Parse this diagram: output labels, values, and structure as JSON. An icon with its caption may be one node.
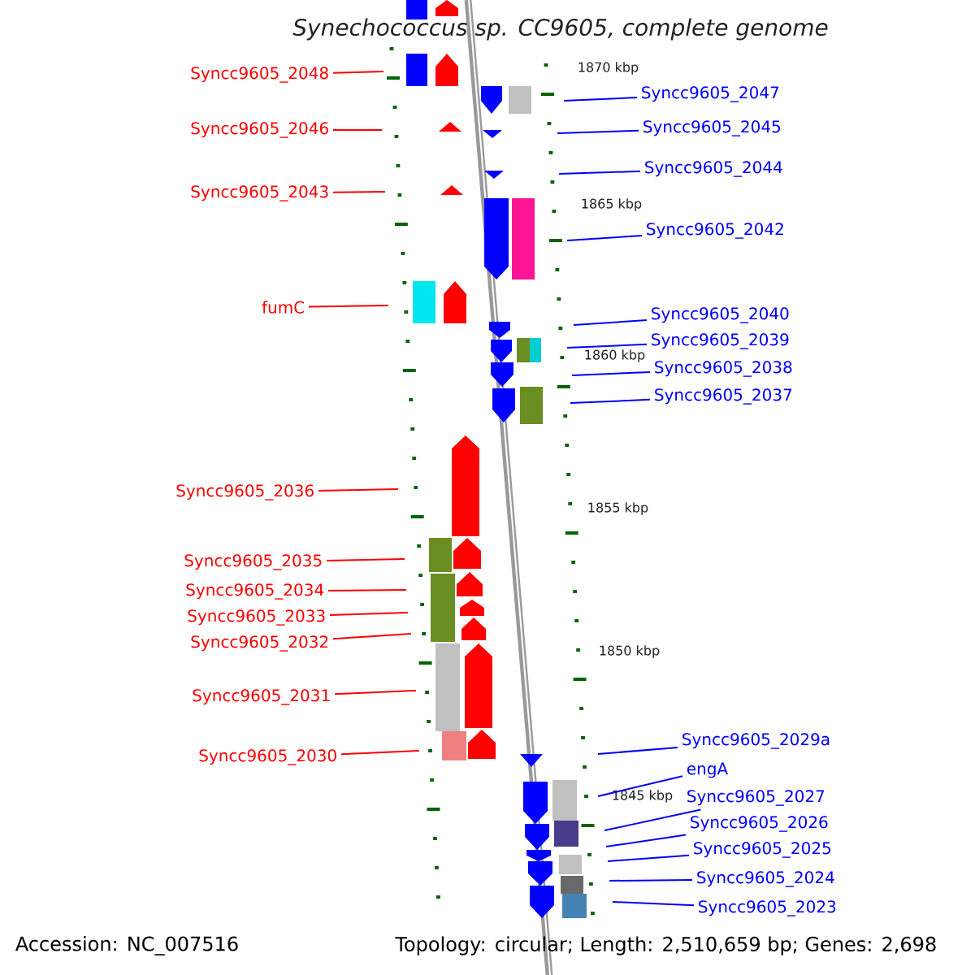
{
  "diagram": {
    "title": "Synechococcus sp. CC9605, complete genome",
    "nodes": [
      {
        "text": [
          "Syncc9605_2048"
        ]
      },
      {
        "text": [
          "Syncc9605_2046"
        ]
      },
      {
        "text": [
          "Syncc9605_2043"
        ]
      },
      {
        "text": [
          "fumC"
        ]
      },
      {
        "text": [
          "Syncc9605_2036"
        ]
      },
      {
        "text": [
          "Syncc9605_2035"
        ]
      },
      {
        "text": [
          "Syncc9605_2034"
        ]
      },
      {
        "text": [
          "Syncc9605_2033"
        ]
      },
      {
        "text": [
          "Syncc9605_2032"
        ]
      },
      {
        "text": [
          "Syncc9605_2031"
        ]
      },
      {
        "text": [
          "Syncc9605_2030"
        ]
      },
      {
        "text": [
          "Syncc9605_2047"
        ]
      },
      {
        "text": [
          "Syncc9605_2045"
        ]
      },
      {
        "text": [
          "Syncc9605_2044"
        ]
      },
      {
        "text": [
          "Syncc9605_2042"
        ]
      },
      {
        "text": [
          "Syncc9605_2040"
        ]
      },
      {
        "text": [
          "Syncc9605_2039"
        ]
      },
      {
        "text": [
          "Syncc9605_2038"
        ]
      },
      {
        "text": [
          "Syncc9605_2037"
        ]
      },
      {
        "text": [
          "Syncc9605_2029a"
        ]
      },
      {
        "text": [
          "engA"
        ]
      },
      {
        "text": [
          "Syncc9605_2027"
        ]
      },
      {
        "text": [
          "Syncc9605_2026"
        ]
      },
      {
        "text": [
          "Syncc9605_2025"
        ]
      },
      {
        "text": [
          "Syncc9605_2024"
        ]
      },
      {
        "text": [
          "Syncc9605_2023"
        ]
      }
    ],
    "edges": [
      {
        "from": 0,
        "to": null,
        "arrow": "none",
        "color": "#ff0000"
      },
      {
        "from": 1,
        "to": null,
        "arrow": "none",
        "color": "#ff0000"
      },
      {
        "from": 2,
        "to": null,
        "arrow": "none",
        "color": "#ff0000"
      },
      {
        "from": 3,
        "to": null,
        "arrow": "none",
        "color": "#ff0000"
      },
      {
        "from": 4,
        "to": null,
        "arrow": "none",
        "color": "#ff0000"
      },
      {
        "from": 5,
        "to": null,
        "arrow": "none",
        "color": "#ff0000"
      },
      {
        "from": 6,
        "to": null,
        "arrow": "none",
        "color": "#ff0000"
      },
      {
        "from": 7,
        "to": null,
        "arrow": "none",
        "color": "#ff0000"
      },
      {
        "from": 8,
        "to": null,
        "arrow": "none",
        "color": "#ff0000"
      },
      {
        "from": 9,
        "to": null,
        "arrow": "none",
        "color": "#ff0000"
      },
      {
        "from": 10,
        "to": null,
        "arrow": "none",
        "color": "#ff0000"
      },
      {
        "from": 11,
        "to": null,
        "arrow": "none"
      },
      {
        "from": 12,
        "to": null,
        "arrow": "none"
      },
      {
        "from": 13,
        "to": null,
        "arrow": "none"
      },
      {
        "from": 14,
        "to": null,
        "arrow": "none"
      },
      {
        "from": 15,
        "to": null,
        "arrow": "none"
      },
      {
        "from": 16,
        "to": null,
        "arrow": "none"
      },
      {
        "from": 17,
        "to": null,
        "arrow": "none"
      },
      {
        "from": 18,
        "to": null,
        "arrow": "none"
      },
      {
        "from": 19,
        "to": null,
        "arrow": "none"
      },
      {
        "from": 20,
        "to": null,
        "arrow": "none"
      },
      {
        "from": 21,
        "to": null,
        "arrow": "none"
      },
      {
        "from": 22,
        "to": null,
        "arrow": "none"
      },
      {
        "from": 23,
        "to": null,
        "arrow": "none"
      },
      {
        "from": 24,
        "to": null,
        "arrow": "none"
      },
      {
        "from": 25,
        "to": null,
        "arrow": "none"
      }
    ],
    "labels": [
      "1870 kbp",
      "1865 kbp",
      "1860 kbp",
      "1855 kbp",
      "1850 kbp",
      "1845 kbp",
      "Accession: NC_007516",
      "Topology: circular; Length: 2,510,659 bp; Genes: 2,698"
    ]
  }
}
